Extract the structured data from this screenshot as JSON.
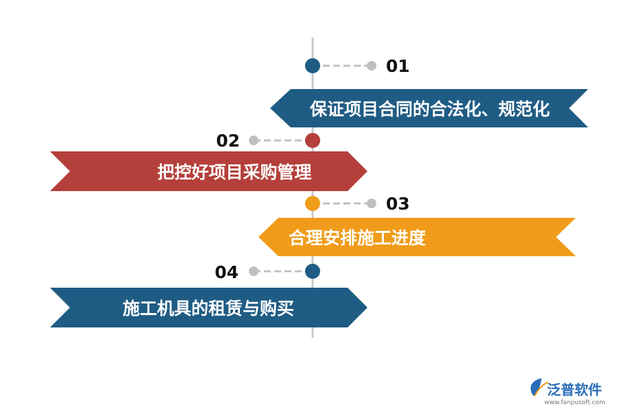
{
  "colors": {
    "axis": "#c8c8c8",
    "connector": "#c0c0c0",
    "blue": "#1f5c84",
    "red": "#b5403b",
    "orange": "#f09c1a",
    "number": "#111111",
    "logo": "#2a6db6"
  },
  "steps": [
    {
      "number": "01",
      "label": "保证项目合同的合法化、规范化",
      "color": "blue",
      "side": "right"
    },
    {
      "number": "02",
      "label": "把控好项目采购管理",
      "color": "red",
      "side": "left"
    },
    {
      "number": "03",
      "label": "合理安排施工进度",
      "color": "orange",
      "side": "right"
    },
    {
      "number": "04",
      "label": "施工机具的租赁与购买",
      "color": "blue",
      "side": "left"
    }
  ],
  "logo": {
    "name": "泛普软件",
    "url": "www.fanpusoft.com",
    "icon": "leaf-icon"
  }
}
